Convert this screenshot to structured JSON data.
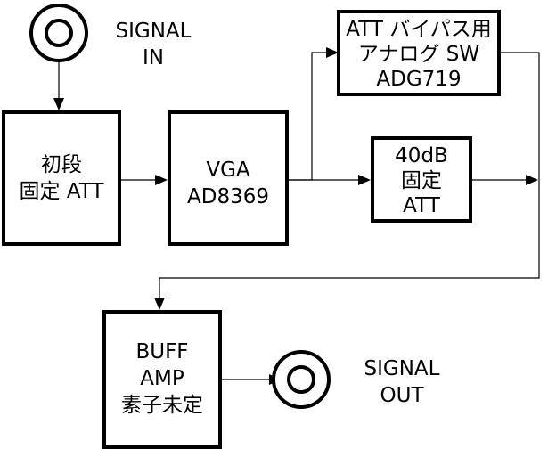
{
  "signal_in": {
    "lines": [
      "SIGNAL",
      "IN"
    ]
  },
  "signal_out": {
    "lines": [
      "SIGNAL",
      "OUT"
    ]
  },
  "blocks": {
    "initial_att": {
      "lines": [
        "初段",
        "固定 ATT"
      ]
    },
    "vga": {
      "lines": [
        "VGA",
        "AD8369"
      ]
    },
    "bypass_sw": {
      "lines": [
        "ATT バイパス用",
        "アナログ SW",
        "ADG719"
      ]
    },
    "fixed_att": {
      "lines": [
        "40dB",
        "固定",
        "ATT"
      ]
    },
    "buff_amp": {
      "lines": [
        "BUFF",
        "AMP",
        "素子未定"
      ]
    }
  }
}
